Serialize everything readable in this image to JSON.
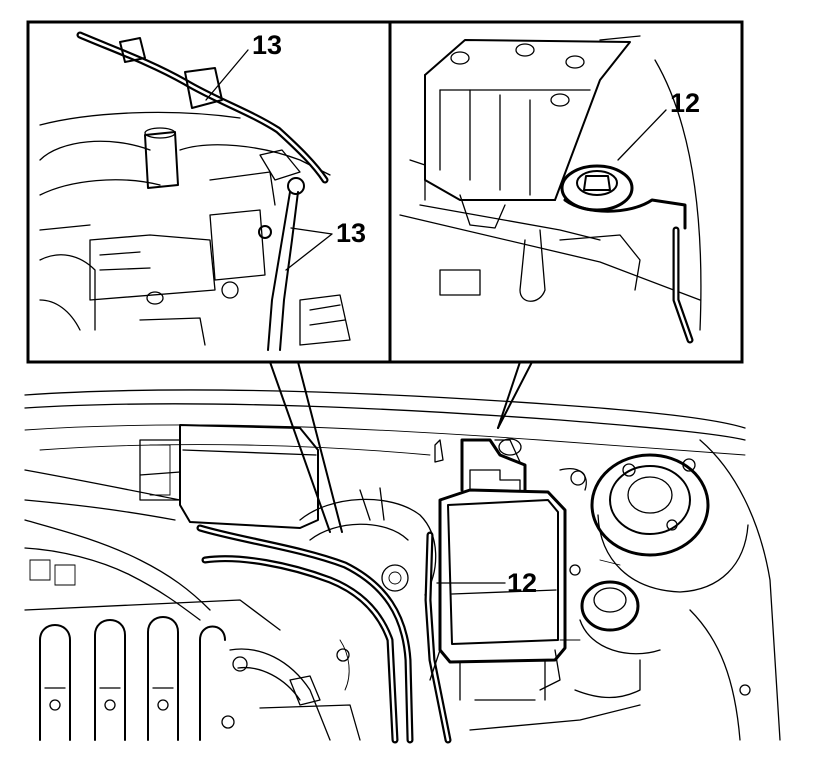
{
  "callouts": {
    "left_inset_top": "13",
    "left_inset_right": "13",
    "right_inset_top": "12",
    "main_view": "12"
  },
  "colors": {
    "line": "#000000",
    "background": "#ffffff"
  }
}
